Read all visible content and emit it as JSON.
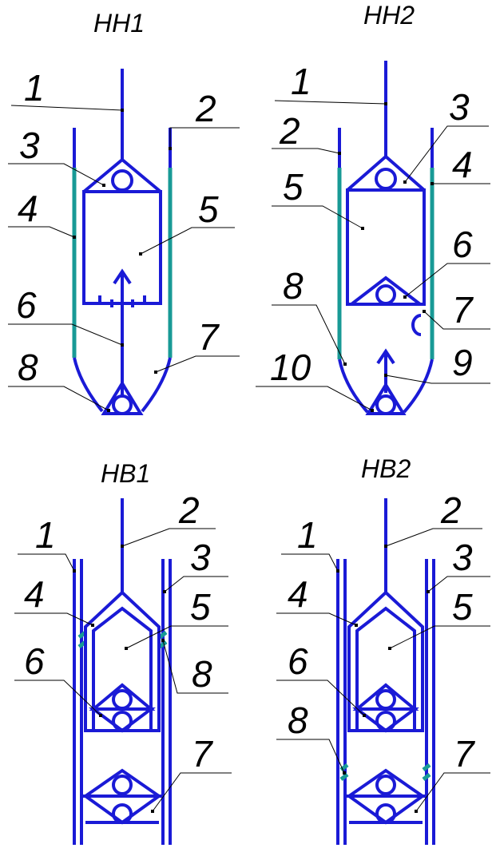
{
  "titles": {
    "nn1": "НН1",
    "nn2": "НН2",
    "nv1": "НВ1",
    "nv2": "НВ2"
  },
  "nn1": {
    "l1": "1",
    "l2": "2",
    "l3": "3",
    "l4": "4",
    "l5": "5",
    "l6": "6",
    "l7": "7",
    "l8": "8"
  },
  "nn2": {
    "l1": "1",
    "l2": "2",
    "l3": "3",
    "l4": "4",
    "l5": "5",
    "l6": "6",
    "l7": "7",
    "l8": "8",
    "l9": "9",
    "l10": "10"
  },
  "nv1": {
    "l1": "1",
    "l2": "2",
    "l3": "3",
    "l4": "4",
    "l5": "5",
    "l6": "6",
    "l7": "7",
    "l8": "8"
  },
  "nv2": {
    "l1": "1",
    "l2": "2",
    "l3": "3",
    "l4": "4",
    "l5": "5",
    "l6": "6",
    "l7": "7",
    "l8": "8"
  },
  "colors": {
    "line": "#1a1ad6",
    "guide": "#189a96"
  }
}
